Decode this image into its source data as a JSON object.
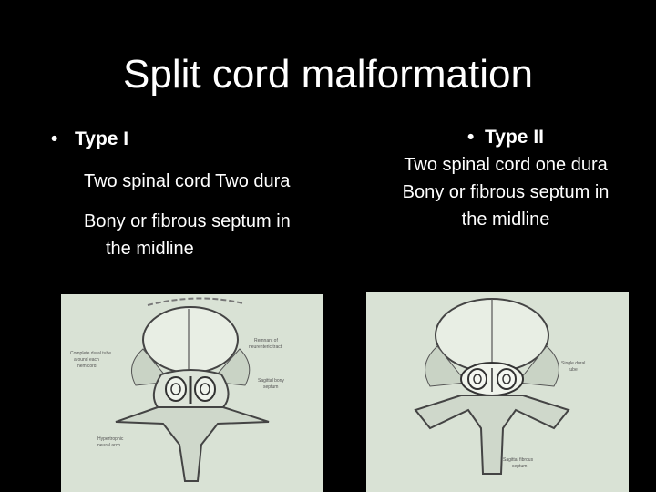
{
  "slide": {
    "title": "Split cord malformation",
    "left": {
      "bullet": "Type I",
      "line1": "Two spinal cord Two dura",
      "line2a": "Bony or fibrous septum in",
      "line2b": "the midline"
    },
    "right": {
      "bullet": "Type II",
      "line1": "Two spinal cord one dura",
      "line2a": "Bony or fibrous septum in",
      "line2b": "the midline"
    },
    "figure_left_labels": {
      "a": "Complete dural tube",
      "a2": "around each",
      "a3": "hemicord",
      "b": "Remnant of",
      "b2": "neurenteric tract",
      "c": "Sagittal bony",
      "c2": "septum",
      "d": "Hypertrophic",
      "d2": "neural arch"
    },
    "figure_right_labels": {
      "a": "Single dural",
      "a2": "tube",
      "b": "Sagittal fibrous",
      "b2": "septum"
    }
  }
}
